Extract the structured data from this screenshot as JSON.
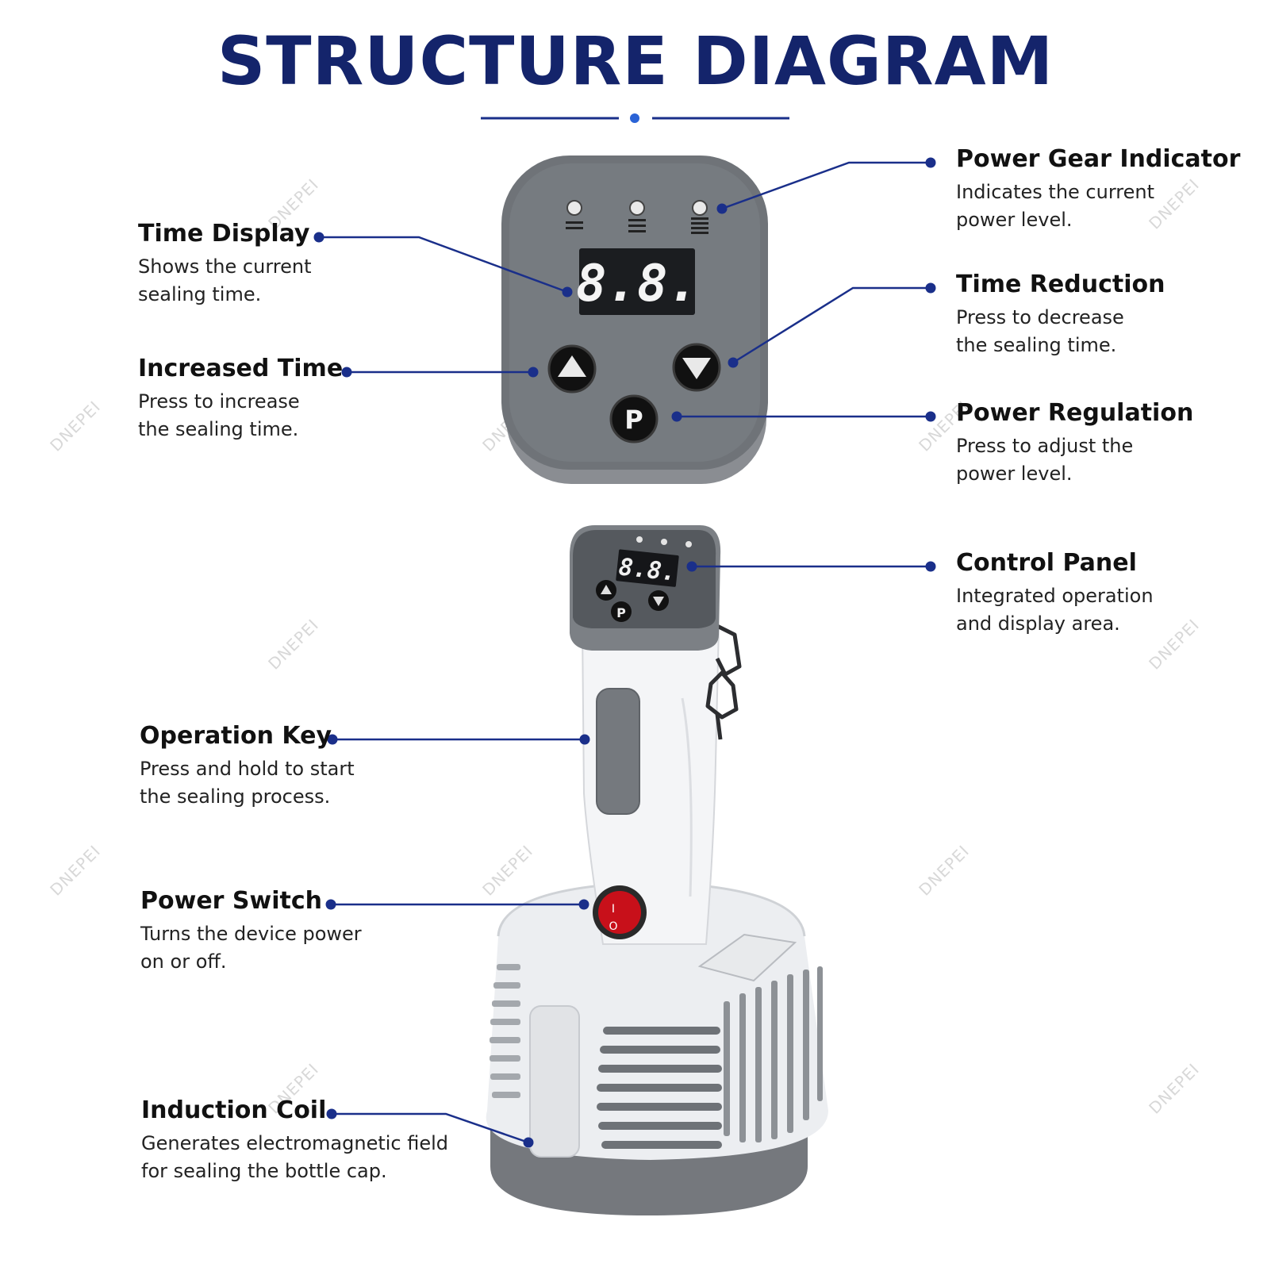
{
  "title": "STRUCTURE DIAGRAM",
  "watermark": "DNEPEI",
  "colors": {
    "title": "#14246b",
    "leader_line": "#1a2f8a",
    "device_grey": "#7a7d82",
    "device_white": "#f2f3f5",
    "switch_red": "#c8101a"
  },
  "device": {
    "display_reading": "8.8.",
    "power_button_letter": "P",
    "switch_on_mark": "I",
    "switch_off_mark": "O"
  },
  "labels": [
    {
      "name": "Power Gear Indicator",
      "desc": [
        "Indicates the current",
        "power level."
      ]
    },
    {
      "name": "Time Display",
      "desc": [
        "Shows the current",
        "sealing time."
      ]
    },
    {
      "name": "Time Reduction",
      "desc": [
        "Press to decrease",
        "the sealing time."
      ]
    },
    {
      "name": "Increased Time",
      "desc": [
        "Press to increase",
        "the sealing time."
      ]
    },
    {
      "name": "Power Regulation",
      "desc": [
        "Press to adjust the",
        "power level."
      ]
    },
    {
      "name": "Control Panel",
      "desc": [
        "Integrated operation",
        "and display area."
      ]
    },
    {
      "name": "Operation Key",
      "desc": [
        "Press and hold to start",
        "the sealing process."
      ]
    },
    {
      "name": "Power Switch",
      "desc": [
        "Turns the device power",
        "on or off."
      ]
    },
    {
      "name": "Induction Coil",
      "desc": [
        "Generates electromagnetic field",
        "for sealing the bottle cap."
      ]
    }
  ]
}
